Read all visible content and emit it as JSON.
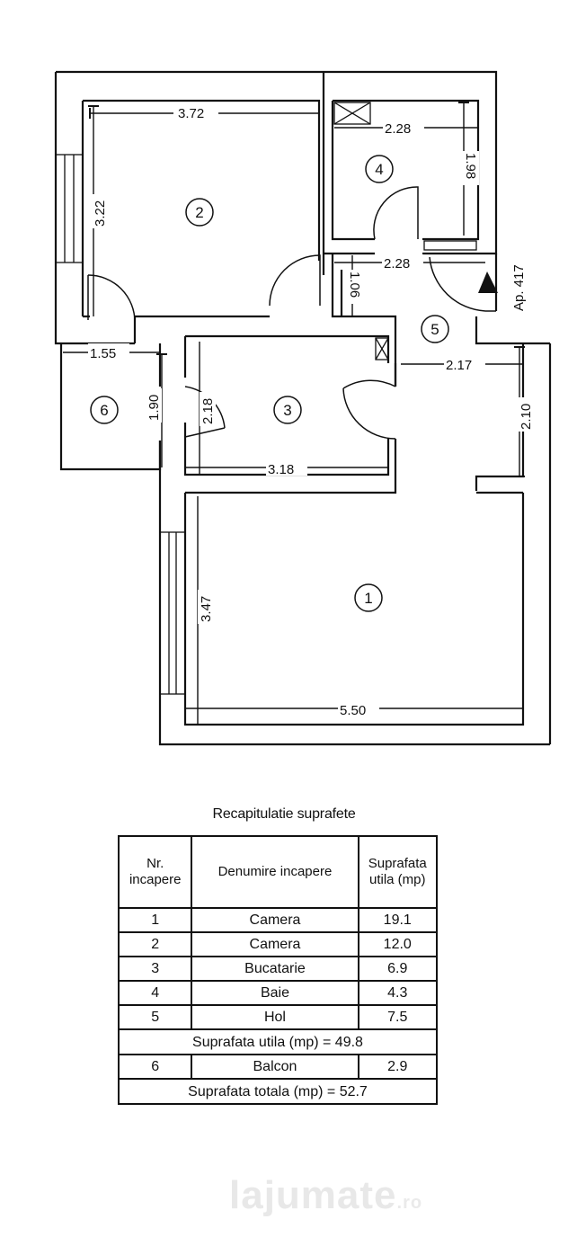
{
  "plan": {
    "apartment_label": "Ap. 417",
    "rooms": [
      {
        "id": "1",
        "label": "1"
      },
      {
        "id": "2",
        "label": "2"
      },
      {
        "id": "3",
        "label": "3"
      },
      {
        "id": "4",
        "label": "4"
      },
      {
        "id": "5",
        "label": "5"
      },
      {
        "id": "6",
        "label": "6"
      }
    ],
    "dimensions": {
      "room2_width": "3.72",
      "room2_height": "3.22",
      "room4_width": "2.28",
      "room4_height": "1.98",
      "hall_width": "2.28",
      "hall_passage": "1.06",
      "hall_right_width": "2.17",
      "hall_right_height": "2.10",
      "balcony_width": "1.55",
      "balcony_height": "1.90",
      "kitchen_height": "2.18",
      "kitchen_width": "3.18",
      "room1_height": "3.47",
      "room1_width": "5.50"
    }
  },
  "summary": {
    "title": "Recapitulatie suprafete",
    "headers": {
      "nr": "Nr. incapere",
      "name": "Denumire incapere",
      "area": "Suprafata utila (mp)"
    },
    "rows": [
      {
        "nr": "1",
        "name": "Camera",
        "area": "19.1"
      },
      {
        "nr": "2",
        "name": "Camera",
        "area": "12.0"
      },
      {
        "nr": "3",
        "name": "Bucatarie",
        "area": "6.9"
      },
      {
        "nr": "4",
        "name": "Baie",
        "area": "4.3"
      },
      {
        "nr": "5",
        "name": "Hol",
        "area": "7.5"
      }
    ],
    "useful_total": "Suprafata utila (mp) = 49.8",
    "balcony_row": {
      "nr": "6",
      "name": "Balcon",
      "area": "2.9"
    },
    "grand_total": "Suprafata totala (mp) = 52.7"
  },
  "watermark": {
    "text": "lajumate",
    "suffix": ".ro"
  }
}
